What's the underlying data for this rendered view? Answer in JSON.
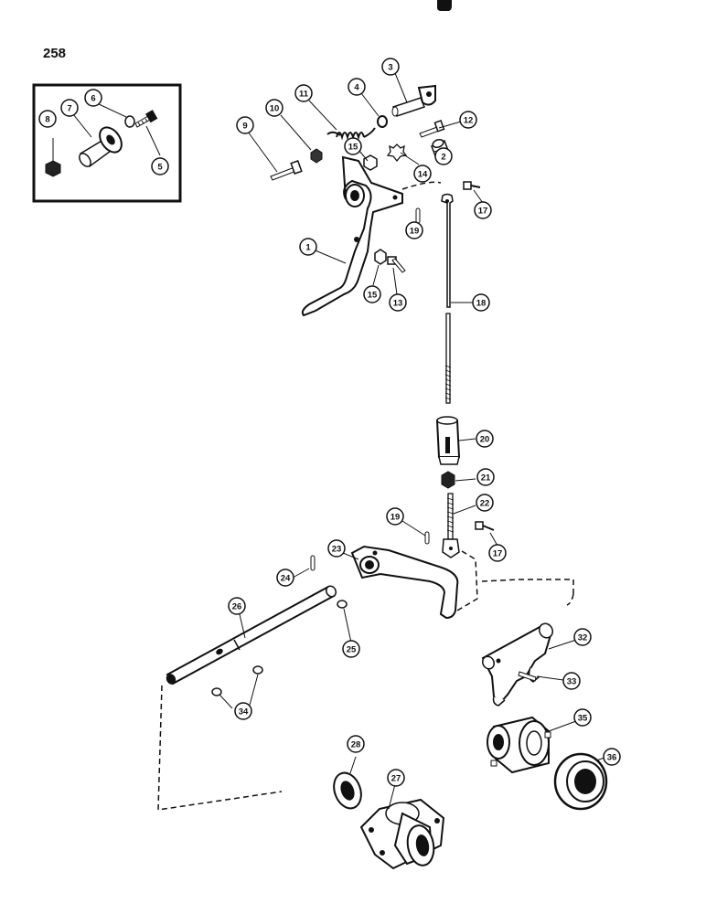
{
  "page": {
    "number": "258"
  },
  "inset": {
    "callouts": [
      "5",
      "6",
      "7",
      "8"
    ]
  },
  "callouts": [
    "1",
    "2",
    "3",
    "4",
    "9",
    "10",
    "11",
    "12",
    "13",
    "14",
    "15",
    "15",
    "17",
    "17",
    "18",
    "19",
    "19",
    "20",
    "21",
    "22",
    "23",
    "24",
    "25",
    "26",
    "27",
    "28",
    "32",
    "33",
    "34",
    "35",
    "36"
  ],
  "colors": {
    "ink": "#111111",
    "paper": "#ffffff"
  }
}
